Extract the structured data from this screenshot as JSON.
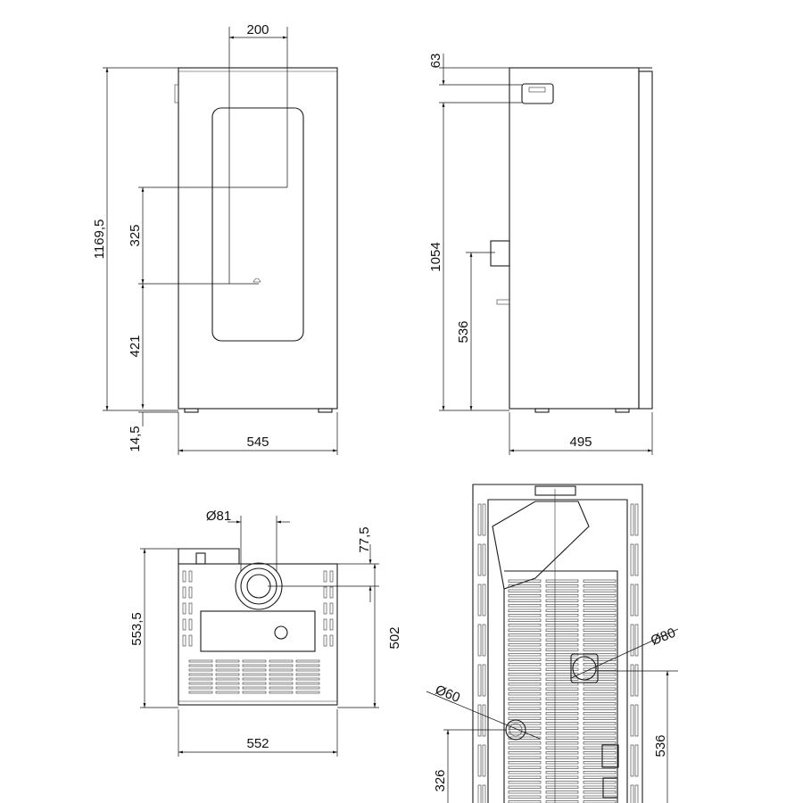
{
  "front_view": {
    "width": "545",
    "height_total": "1169,5",
    "glass_width": "200",
    "glass_height": "325",
    "glass_bottom": "421",
    "feet": "14,5"
  },
  "side_view": {
    "top_offset": "63",
    "height": "1054",
    "inlet_height": "536",
    "depth": "495"
  },
  "top_view": {
    "flue_diameter": "Ø81",
    "flue_offset": "77,5",
    "depth_total": "553,5",
    "depth": "502",
    "width": "552"
  },
  "rear_view": {
    "outlet_diameter": "Ø80",
    "outlet_height": "536",
    "air_inlet_diameter": "Ø60",
    "air_inlet_height": "326"
  },
  "colors": {
    "line": "#1a1a1a",
    "background": "#ffffff"
  }
}
